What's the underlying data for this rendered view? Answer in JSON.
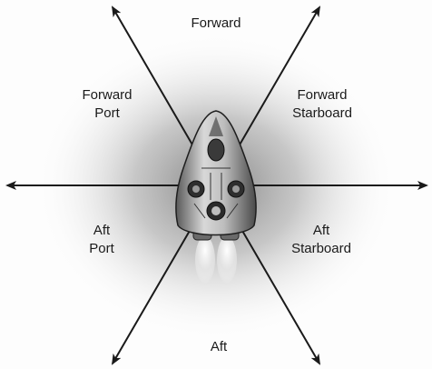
{
  "diagram": {
    "labels": {
      "forward": "Forward",
      "forward_port_line1": "Forward",
      "forward_port_line2": "Port",
      "forward_starboard_line1": "Forward",
      "forward_starboard_line2": "Starboard",
      "aft_port_line1": "Aft",
      "aft_port_line2": "Port",
      "aft_starboard_line1": "Aft",
      "aft_starboard_line2": "Starboard",
      "aft": "Aft"
    },
    "arc_lines": [
      "port-starboard-axis",
      "forward-port-to-aft-starboard",
      "forward-starboard-to-aft-port"
    ],
    "ship": "starship-top-view",
    "colors": {
      "line": "#1a1a1a",
      "shading": "#8a8a8a",
      "background": "#fdfdfd"
    }
  }
}
